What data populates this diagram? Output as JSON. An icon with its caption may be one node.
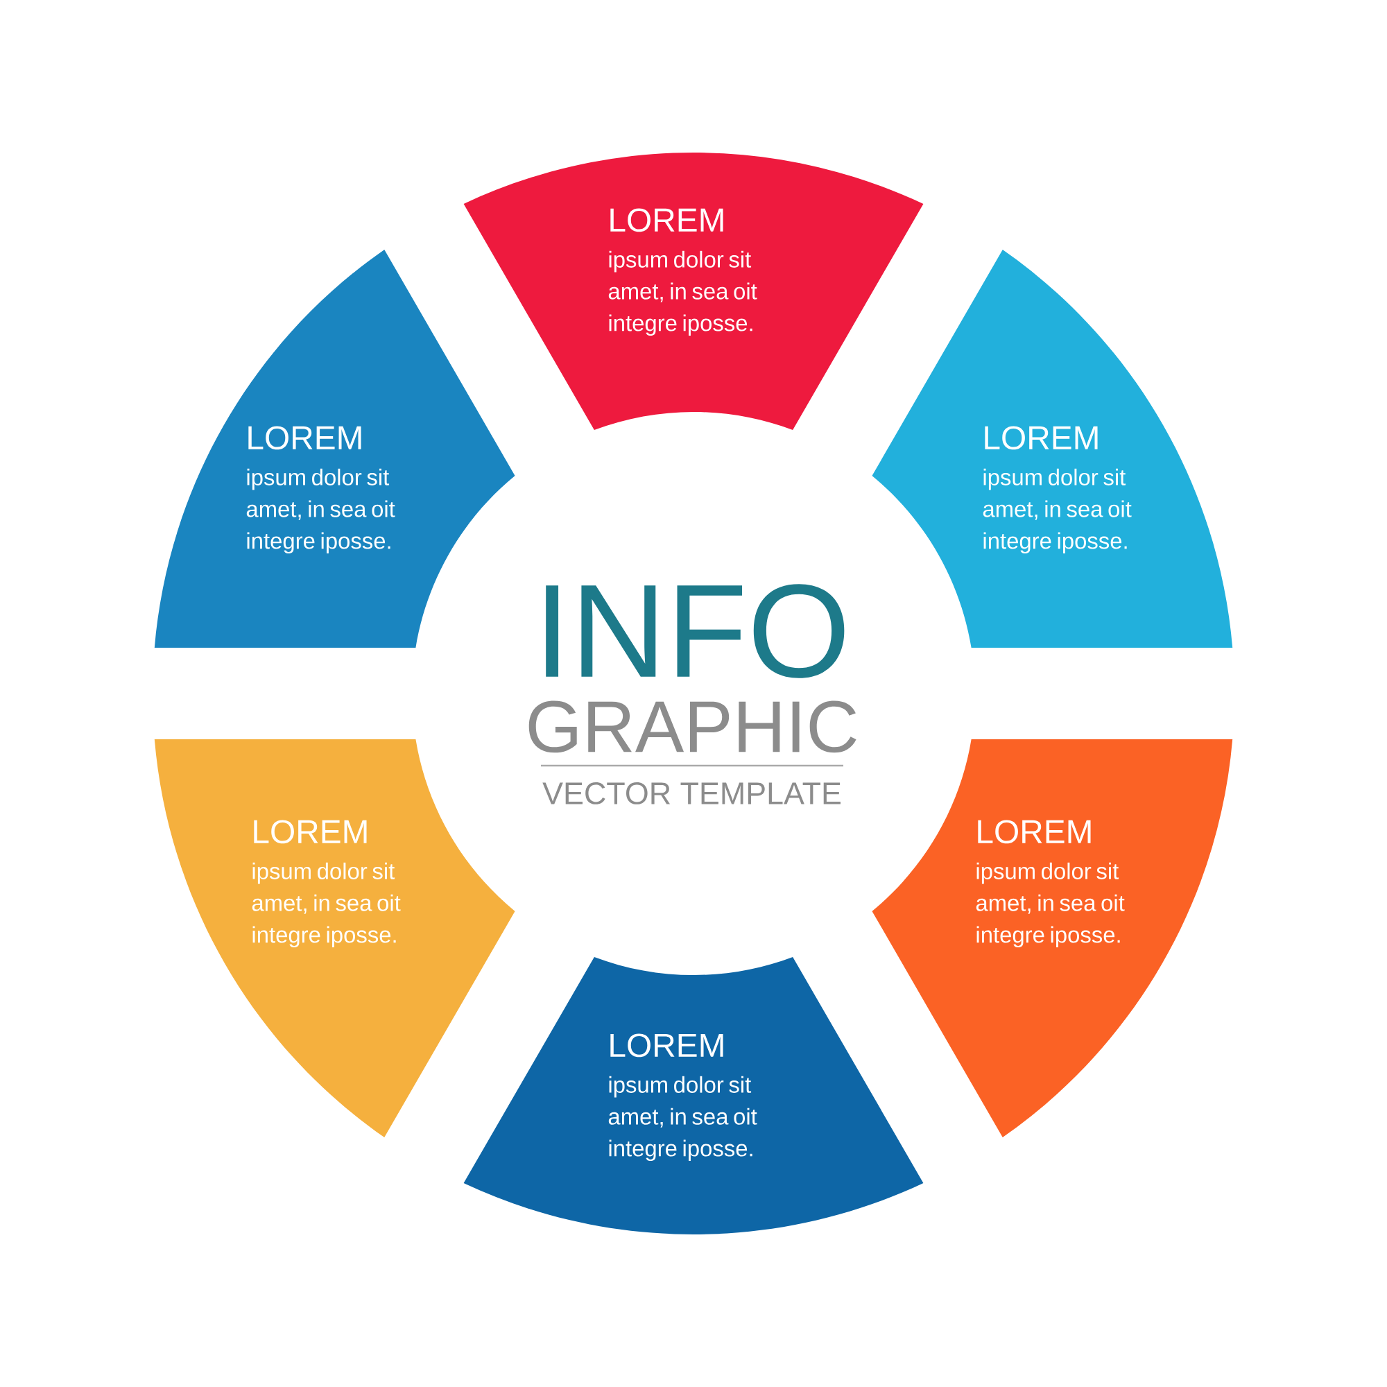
{
  "diagram": {
    "nodes": [
      {
        "text": [
          "LOREM",
          "ipsum dolor sit amet, in sea oit integre iposse."
        ]
      },
      {
        "text": [
          "LOREM",
          "ipsum dolor sit amet, in sea oit integre iposse."
        ]
      },
      {
        "text": [
          "LOREM",
          "ipsum dolor sit amet, in sea oit integre iposse."
        ]
      },
      {
        "text": [
          "LOREM",
          "ipsum dolor sit amet, in sea oit integre iposse."
        ]
      },
      {
        "text": [
          "LOREM",
          "ipsum dolor sit amet, in sea oit integre iposse."
        ]
      },
      {
        "text": [
          "LOREM",
          "ipsum dolor sit amet, in sea oit integre iposse."
        ]
      }
    ],
    "labels": [
      "INFO",
      "GRAPHIC",
      "VECTOR TEMPLATE"
    ]
  }
}
